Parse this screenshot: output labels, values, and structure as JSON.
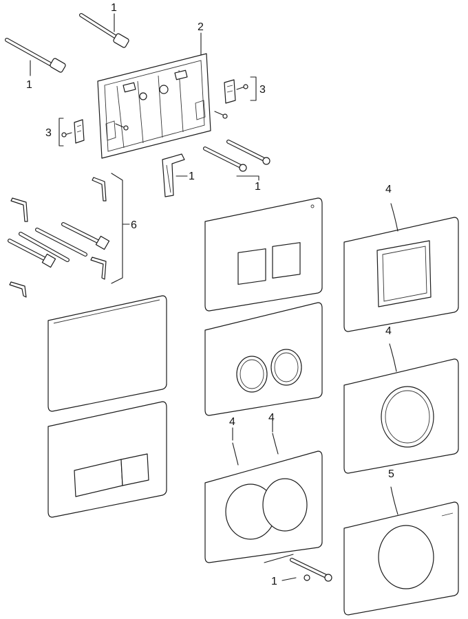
{
  "callouts": {
    "c1_rod_top": "1",
    "c1_rod_left": "1",
    "c2_frame": "2",
    "c3_right": "3",
    "c3_left": "3",
    "c1_clip": "1",
    "c1_rods_right": "1",
    "c6_kit": "6",
    "c4_right_top": "4",
    "c4_right_mid": "4",
    "c4_center_a": "4",
    "c4_center_b": "4",
    "c5_right_bottom": "5",
    "c1_bottom_rod": "1"
  },
  "icons": {
    "rod": "threaded-rod-icon",
    "bracket": "angle-bracket-icon",
    "tube": "pneumatic-tube-icon"
  },
  "colors": {
    "line": "#1a1a1a",
    "plate": "#ffffff"
  }
}
